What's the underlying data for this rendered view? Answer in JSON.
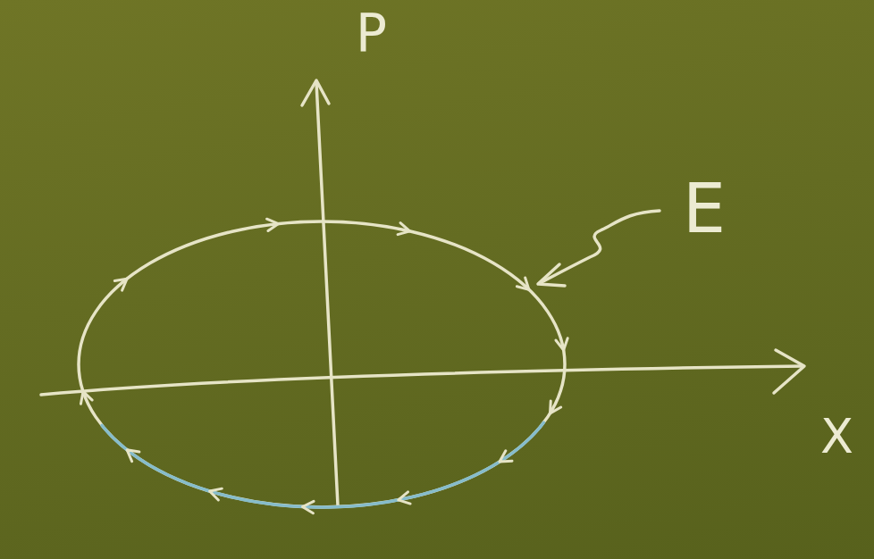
{
  "diagram": {
    "labels": [
      "P",
      "X",
      "E"
    ]
  }
}
